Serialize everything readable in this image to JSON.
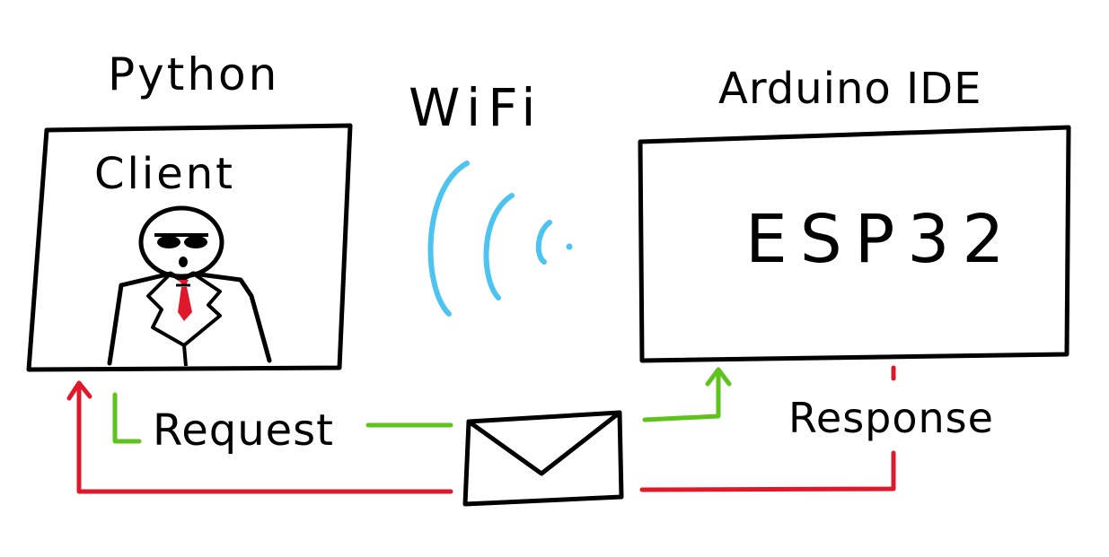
{
  "labels": {
    "python": "Python",
    "wifi": "WiFi",
    "arduino": "Arduino IDE",
    "client": "Client",
    "esp32": "ESP32",
    "request": "Request",
    "response": "Response"
  },
  "colors": {
    "outline": "#000000",
    "wifi_waves": "#4cc3f0",
    "request_arrow": "#5ec31c",
    "response_arrow": "#e0182c",
    "tie": "#e0182c"
  },
  "icons": {
    "wifi_signal": "wifi-signal-icon",
    "client_figure": "businessman-icon",
    "message": "envelope-icon"
  }
}
